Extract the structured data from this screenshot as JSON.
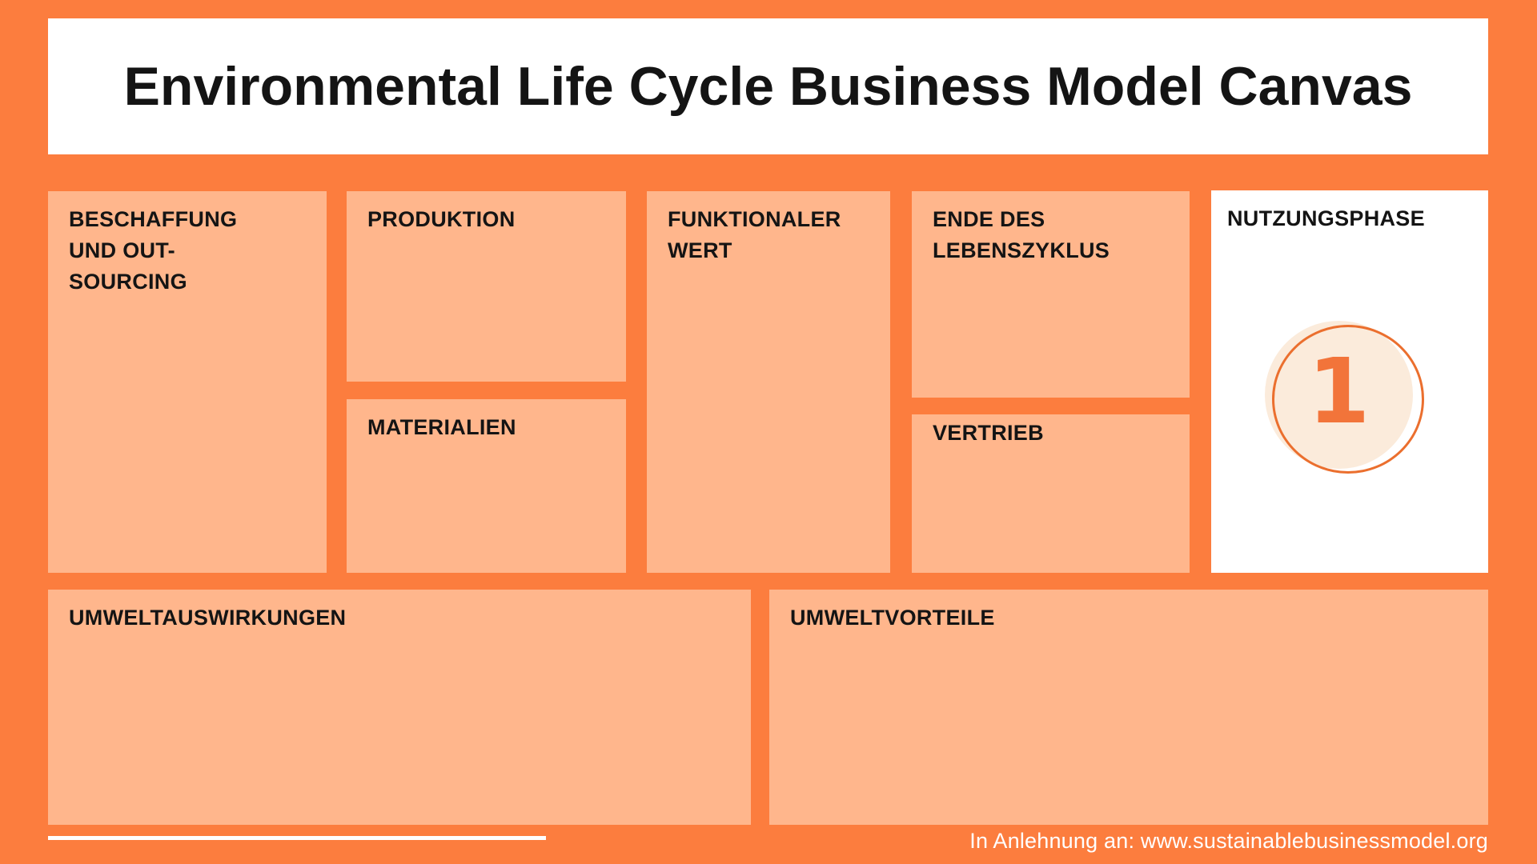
{
  "header": {
    "title": "Environmental Life Cycle Business Model Canvas"
  },
  "boxes": {
    "beschaffung": {
      "label": "BESCHAFFUNG\nUND OUT-\nSOURCING"
    },
    "produktion": {
      "label": "PRODUKTION"
    },
    "materialien": {
      "label": "MATERIALIEN"
    },
    "funktionaler_wert": {
      "label": "FUNKTIONALER\nWERT"
    },
    "ende_des_lebenszyklus": {
      "label": "ENDE DES\nLEBENSZYKLUS"
    },
    "vertrieb": {
      "label": "VERTRIEB"
    },
    "nutzungsphase": {
      "label": "NUTZUNGSPHASE",
      "phase_number": "1"
    },
    "umweltauswirkungen": {
      "label": "UMWELTAUSWIRKUNGEN"
    },
    "umweltvorteile": {
      "label": "UMWELTVORTEILE"
    }
  },
  "footer": {
    "attribution": "In Anlehnung an: www.sustainablebusinessmodel.org"
  },
  "colors": {
    "background": "#FC7D3E",
    "box_fill": "#FFB68C",
    "panel_white": "#FFFFFF",
    "circle_fill": "#FBEBDB",
    "circle_stroke": "#EB6F2E",
    "phase_number_color": "#F2743A",
    "text_black": "#141414",
    "footer_text": "#FFFFFF"
  }
}
